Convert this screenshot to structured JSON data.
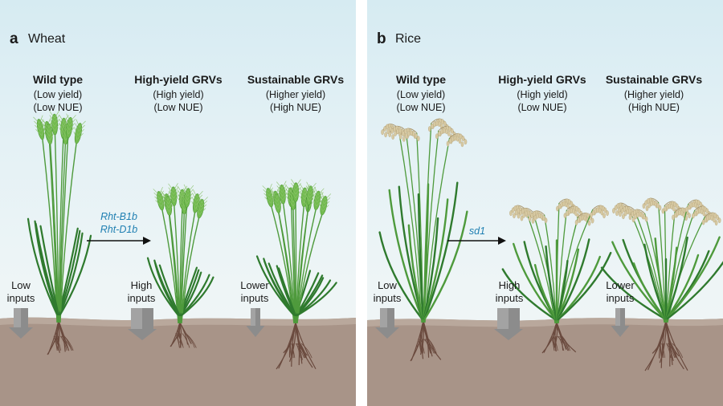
{
  "panels": {
    "a": {
      "label": "a",
      "title": "Wheat",
      "columns": [
        {
          "name": "Wild type",
          "yield": "(Low yield)",
          "nue": "(Low NUE)"
        },
        {
          "name": "High-yield GRVs",
          "yield": "(High yield)",
          "nue": "(Low NUE)"
        },
        {
          "name": "Sustainable GRVs",
          "yield": "(Higher yield)",
          "nue": "(High NUE)"
        }
      ],
      "inputs": [
        {
          "l1": "Low",
          "l2": "inputs",
          "level": "low"
        },
        {
          "l1": "High",
          "l2": "inputs",
          "level": "high"
        },
        {
          "l1": "Lower",
          "l2": "inputs",
          "level": "lower"
        }
      ],
      "genes": [
        "Rht-B1b",
        "Rht-D1b"
      ]
    },
    "b": {
      "label": "b",
      "title": "Rice",
      "columns": [
        {
          "name": "Wild type",
          "yield": "(Low yield)",
          "nue": "(Low NUE)"
        },
        {
          "name": "High-yield GRVs",
          "yield": "(High yield)",
          "nue": "(Low NUE)"
        },
        {
          "name": "Sustainable GRVs",
          "yield": "(Higher yield)",
          "nue": "(High NUE)"
        }
      ],
      "inputs": [
        {
          "l1": "Low",
          "l2": "inputs",
          "level": "low"
        },
        {
          "l1": "High",
          "l2": "inputs",
          "level": "high"
        },
        {
          "l1": "Lower",
          "l2": "inputs",
          "level": "lower"
        }
      ],
      "genes": [
        "sd1"
      ]
    }
  },
  "colors": {
    "soil": "#a89488",
    "sky": "#d6ebf2",
    "leaf": "#4e9a3c",
    "leaf_dark": "#2f7a2e",
    "wheat_ear": "#72bb4f",
    "rice_panicle": "#d7c9a2",
    "root": "#6a4a3e",
    "arrow": "#8c8c8c",
    "gene_text": "#1f7fb2"
  }
}
